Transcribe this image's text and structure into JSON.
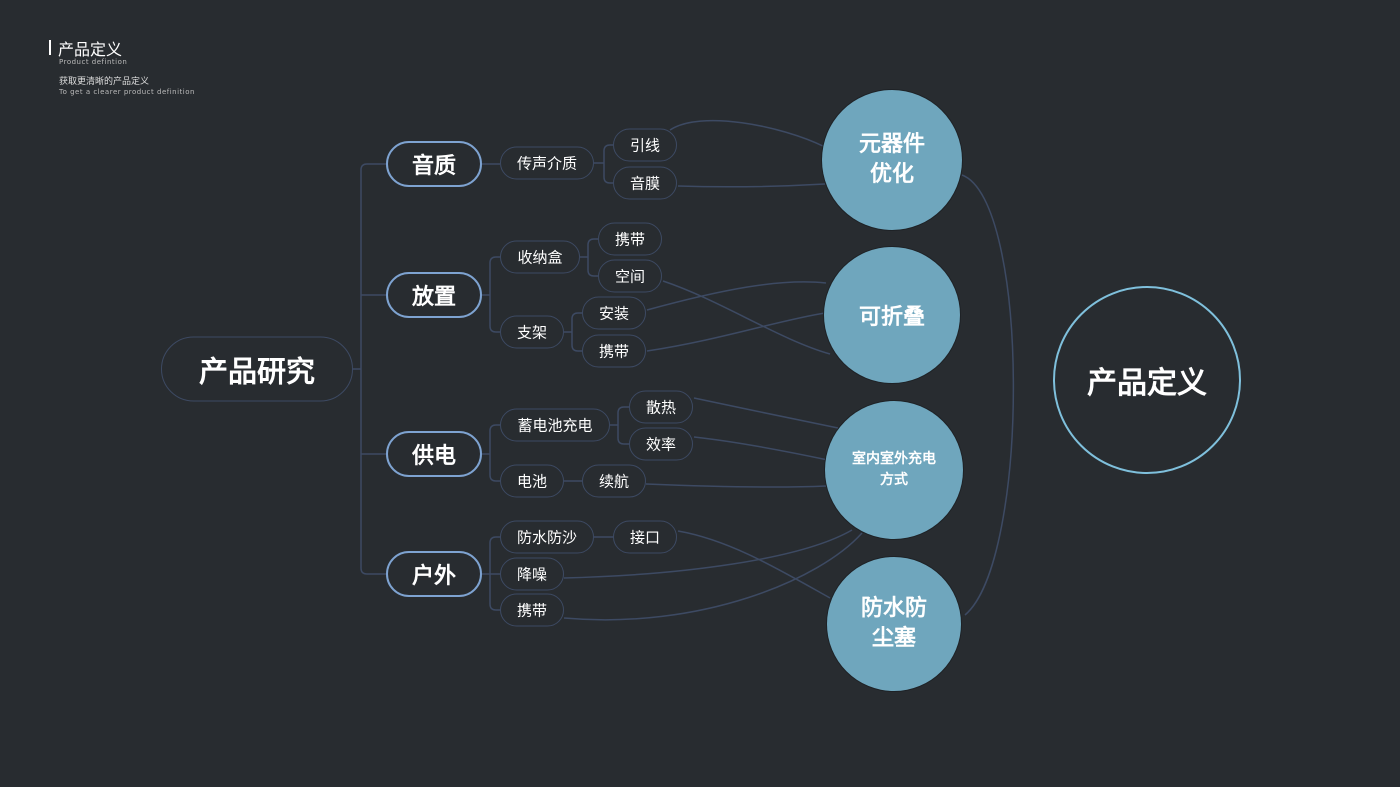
{
  "header": {
    "title": "产品定义",
    "subtitle_en": "Product defintion",
    "desc_cn": "获取更清晰的产品定义",
    "desc_en": "To get a clearer product definition"
  },
  "root": "产品研究",
  "branches": [
    {
      "label": "音质",
      "children": [
        {
          "label": "传声介质",
          "children": [
            "引线",
            "音膜"
          ]
        }
      ]
    },
    {
      "label": "放置",
      "children": [
        {
          "label": "收纳盒",
          "children": [
            "携带",
            "空间"
          ]
        },
        {
          "label": "支架",
          "children": [
            "安装",
            "携带"
          ]
        }
      ]
    },
    {
      "label": "供电",
      "children": [
        {
          "label": "蓄电池充电",
          "children": [
            "散热",
            "效率"
          ]
        },
        {
          "label": "电池",
          "children": [
            "续航"
          ]
        }
      ]
    },
    {
      "label": "户外",
      "children": [
        {
          "label": "防水防沙",
          "children": [
            "接口"
          ]
        },
        {
          "label": "降噪",
          "children": []
        },
        {
          "label": "携带",
          "children": []
        }
      ]
    }
  ],
  "outcomes": [
    {
      "line1": "元器件",
      "line2": "优化"
    },
    {
      "line1": "可折叠",
      "line2": ""
    },
    {
      "line1": "室内室外充电",
      "line2": "方式"
    },
    {
      "line1": "防水防",
      "line2": "尘塞"
    }
  ],
  "final": "产品定义",
  "colors": {
    "background": "#282c30",
    "circle_fill": "#6fa6bd",
    "line": "#3d4a63",
    "l1_border": "#7ea3d1",
    "final_border": "#7fc0dc"
  }
}
